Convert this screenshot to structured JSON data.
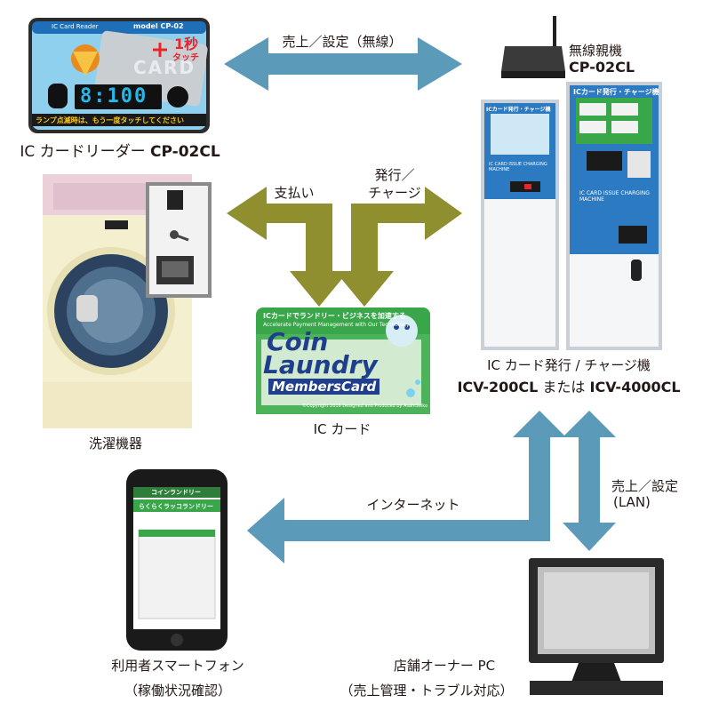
{
  "colors": {
    "arrow_blue": "#5b9ab9",
    "arrow_olive": "#8f8f2f",
    "card_green": "#3aa64a",
    "navy": "#1f3f8c",
    "text": "#231815"
  },
  "reader": {
    "brand": "IC Card Reader",
    "model_label": "model CP-02",
    "badge_number": "1秒",
    "badge_text": "タッチ",
    "card_word": "CARD",
    "display": "8:100",
    "banner": "ランプ点滅時は、もう一度タッチしてください",
    "caption_prefix": "IC カードリーダー ",
    "caption_model": "CP-02CL"
  },
  "wireless": {
    "caption": "無線親機",
    "model": "CP-02CL"
  },
  "arrows": {
    "sales_settings_wireless": "売上／設定（無線）",
    "payment": "支払い",
    "issue_line1": "発行／",
    "issue_line2": "チャージ",
    "internet": "インターネット",
    "lan_line1": "売上／設定",
    "lan_line2": "(LAN)"
  },
  "washer": {
    "caption": "洗濯機器"
  },
  "card": {
    "tagline": "ICカードでランドリー・ビジネスを加速する",
    "tagline_en": "Accelerate Payment Management with Our Technology",
    "word1": "Coin",
    "word2": "Laundry",
    "word3": "MembersCard",
    "copyright": "©Copyright 2016 Designed and Produced by AsahiSeiko",
    "caption": "IC カード"
  },
  "kiosk": {
    "small_header": "ICカード発行・チャージ機",
    "large_header": "ICカード発行・チャージ機",
    "small_logo": "IC CARD ISSUE CHARGING MACHINE",
    "large_logo": "IC CARD ISSUE CHARGING MACHINE",
    "caption_line1": "IC カード発行 / チャージ機",
    "caption_model1": "ICV-200CL",
    "caption_or": " または ",
    "caption_model2": "ICV-4000CL"
  },
  "phone": {
    "app_title": "コインランドリー",
    "banner": "らくらくラッコランドリー",
    "caption_line1": "利用者スマートフォン",
    "caption_line2": "（稼働状況確認）"
  },
  "pc": {
    "caption_line1": "店舗オーナー PC",
    "caption_line2": "（売上管理・トラブル対応）"
  }
}
